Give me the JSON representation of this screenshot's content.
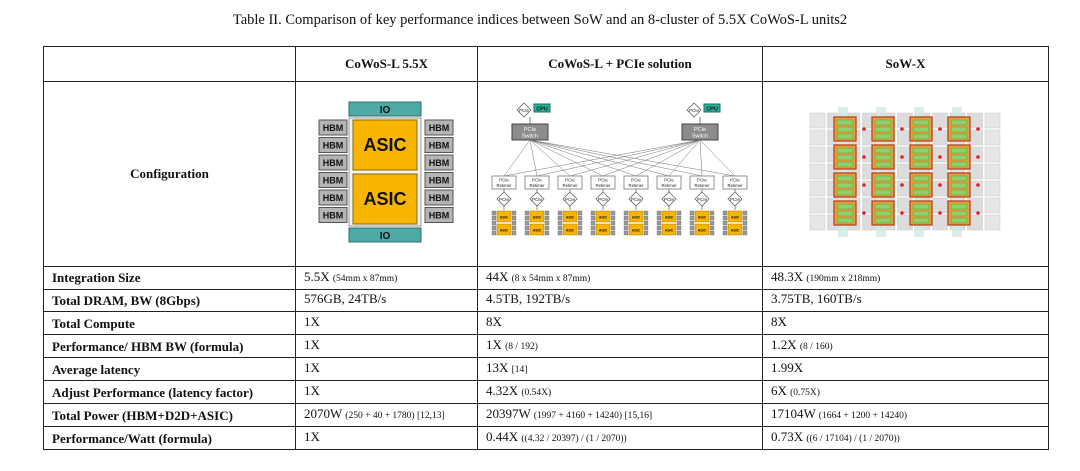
{
  "caption": "Table II. Comparison of key performance indices between SoW and an 8-cluster of 5.5X CoWoS-L units2",
  "columns": [
    "CoWoS-L 5.5X",
    "CoWoS-L + PCIe solution",
    "SoW-X"
  ],
  "config_label": "Configuration",
  "diagram_cowos": {
    "hbm": "HBM",
    "asic": "ASIC",
    "io": "IO"
  },
  "diagram_pcie": {
    "pcie": "PCIe",
    "cpu": "CPU",
    "switch_line1": "PCIe",
    "switch_line2": "Switch",
    "retimer_line1": "PCIe",
    "retimer_line2": "Retimer",
    "asic": "ASIC"
  },
  "rows": [
    {
      "label": "Integration Size",
      "cells": [
        {
          "main": "5.5X",
          "note": "(54mm x 87mm)"
        },
        {
          "main": "44X",
          "note": "(8 x 54mm x 87mm)"
        },
        {
          "main": "48.3X",
          "note": "(190mm x 218mm)"
        }
      ]
    },
    {
      "label": "Total DRAM, BW (8Gbps)",
      "cells": [
        {
          "main": "576GB, 24TB/s",
          "note": ""
        },
        {
          "main": "4.5TB, 192TB/s",
          "note": ""
        },
        {
          "main": "3.75TB, 160TB/s",
          "note": ""
        }
      ]
    },
    {
      "label": "Total Compute",
      "cells": [
        {
          "main": "1X",
          "note": ""
        },
        {
          "main": "8X",
          "note": ""
        },
        {
          "main": "8X",
          "note": ""
        }
      ]
    },
    {
      "label": "Performance/ HBM BW (formula)",
      "cells": [
        {
          "main": "1X",
          "note": ""
        },
        {
          "main": "1X",
          "note": "(8 / 192)"
        },
        {
          "main": "1.2X",
          "note": "(8 / 160)"
        }
      ]
    },
    {
      "label": "Average latency",
      "cells": [
        {
          "main": "1X",
          "note": ""
        },
        {
          "main": "13X",
          "note": "[14]"
        },
        {
          "main": "1.99X",
          "note": ""
        }
      ]
    },
    {
      "label": "Adjust Performance (latency factor)",
      "cells": [
        {
          "main": "1X",
          "note": ""
        },
        {
          "main": "4.32X",
          "note": "(0.54X)"
        },
        {
          "main": "6X",
          "note": "(0.75X)"
        }
      ]
    },
    {
      "label": "Total Power (HBM+D2D+ASIC)",
      "cells": [
        {
          "main": "2070W",
          "note": "(250 + 40 + 1780) [12,13]"
        },
        {
          "main": "20397W",
          "note": "(1997 + 4160 + 14240) [15,16]"
        },
        {
          "main": "17104W",
          "note": "(1664 + 1200 + 14240)"
        }
      ]
    },
    {
      "label": "Performance/Watt (formula)",
      "cells": [
        {
          "main": "1X",
          "note": ""
        },
        {
          "main": "0.44X",
          "note": "((4.32 / 20397) / (1 / 2070))"
        },
        {
          "main": "0.73X",
          "note": "((6 / 17104) / (1 / 2070))"
        }
      ]
    }
  ]
}
